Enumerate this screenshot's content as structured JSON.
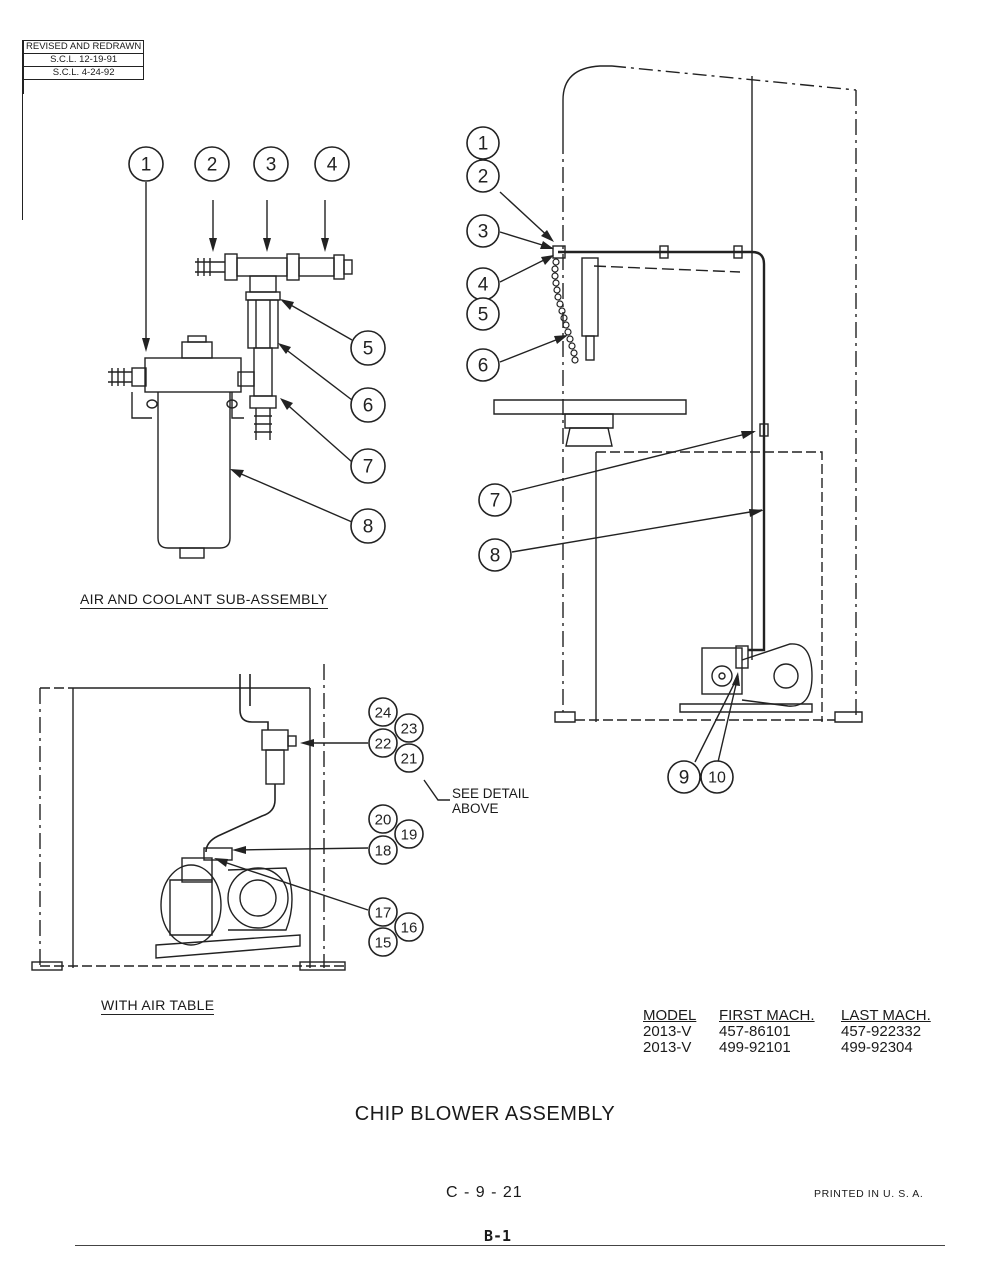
{
  "revision_block": {
    "rows": [
      "REVISED AND REDRAWN",
      "S.C.L. 12-19-91",
      "S.C.L. 4-24-92"
    ]
  },
  "captions": {
    "sub_assembly": "AIR AND COOLANT SUB-ASSEMBLY",
    "air_table": "WITH AIR TABLE"
  },
  "note": {
    "line1": "SEE DETAIL",
    "line2": "ABOVE"
  },
  "balloons": {
    "subassembly": [
      "1",
      "2",
      "3",
      "4",
      "5",
      "6",
      "7",
      "8"
    ],
    "machine": [
      "1",
      "2",
      "3",
      "4",
      "5",
      "6",
      "7",
      "8",
      "9",
      "10"
    ],
    "air_table": [
      "24",
      "23",
      "22",
      "21",
      "20",
      "19",
      "18",
      "17",
      "16",
      "15"
    ]
  },
  "model_table": {
    "headers": [
      "MODEL",
      "FIRST MACH.",
      "LAST MACH."
    ],
    "rows": [
      [
        "2013-V",
        "457-86101",
        "457-922332"
      ],
      [
        "2013-V",
        "499-92101",
        "499-92304"
      ]
    ]
  },
  "title": "CHIP BLOWER ASSEMBLY",
  "page_number": "C - 9 - 21",
  "printed": "PRINTED IN U. S. A.",
  "footer": "B-1"
}
